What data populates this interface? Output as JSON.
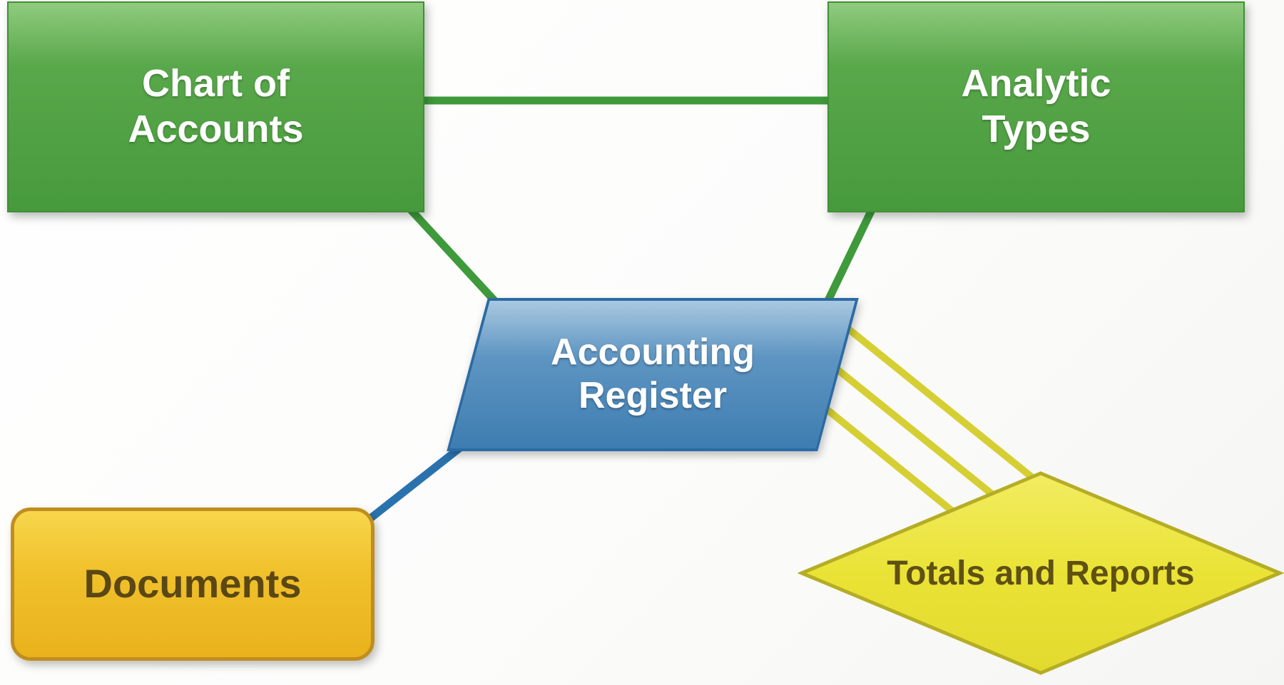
{
  "diagram": {
    "description": "Accounting concept diagram",
    "background_color": "#ffffff",
    "nodes": {
      "chart_of_accounts": {
        "lines": [
          "Chart of",
          "Accounts"
        ],
        "shape": "rectangle",
        "fill_color": "#4f9e41",
        "text_color": "#ffffff"
      },
      "analytic_types": {
        "lines": [
          "Analytic",
          "Types"
        ],
        "shape": "rectangle",
        "fill_color": "#4f9e41",
        "text_color": "#ffffff"
      },
      "accounting_register": {
        "lines": [
          "Accounting",
          "Register"
        ],
        "shape": "parallelogram",
        "fill_color": "#4e88ba",
        "text_color": "#ffffff"
      },
      "documents": {
        "lines": [
          "Documents"
        ],
        "shape": "rounded-rectangle",
        "fill_color": "#eec02a",
        "text_color": "#5b4714"
      },
      "totals_and_reports": {
        "lines": [
          "Totals and Reports"
        ],
        "shape": "diamond",
        "fill_color": "#e7e03e",
        "text_color": "#5f5013"
      }
    },
    "edges": [
      {
        "from": "chart_of_accounts",
        "to": "analytic_types",
        "style": "single",
        "color": "#3e9a3b"
      },
      {
        "from": "chart_of_accounts",
        "to": "accounting_register",
        "style": "single",
        "color": "#3e9a3b"
      },
      {
        "from": "analytic_types",
        "to": "accounting_register",
        "style": "single",
        "color": "#3e9a3b"
      },
      {
        "from": "accounting_register",
        "to": "documents",
        "style": "single",
        "color": "#2a72ad"
      },
      {
        "from": "accounting_register",
        "to": "totals_and_reports",
        "style": "triple",
        "color": "#d6cf33"
      }
    ]
  }
}
